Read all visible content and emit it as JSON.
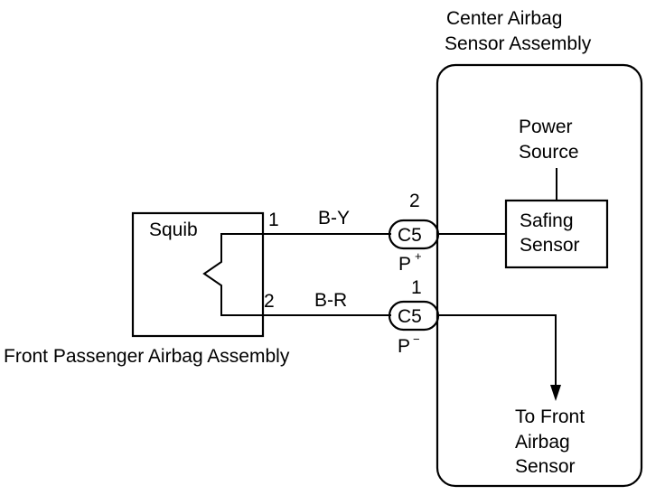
{
  "center_assembly": {
    "title_line1": "Center Airbag",
    "title_line2": "Sensor Assembly"
  },
  "power_source": {
    "line1": "Power",
    "line2": "Source"
  },
  "safing_sensor": {
    "line1": "Safing",
    "line2": "Sensor"
  },
  "passenger_assembly": {
    "label": "Front Passenger Airbag Assembly",
    "squib": "Squib"
  },
  "wires": [
    {
      "color_code": "B-Y",
      "squib_pin": "1",
      "connector_pin": "2",
      "connector": "C5",
      "terminal": "P",
      "terminal_sign": "+"
    },
    {
      "color_code": "B-R",
      "squib_pin": "2",
      "connector_pin": "1",
      "connector": "C5",
      "terminal": "P",
      "terminal_sign": "−"
    }
  ],
  "front_sensor_output": {
    "line1": "To Front",
    "line2": "Airbag",
    "line3": "Sensor"
  }
}
